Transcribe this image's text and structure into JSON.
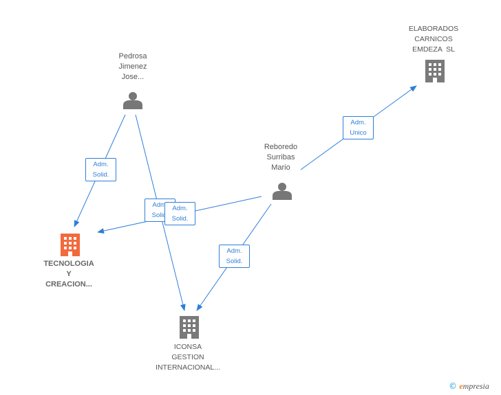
{
  "nodes": {
    "pedrosa": {
      "lines": [
        "Pedrosa",
        "Jimenez",
        "Jose..."
      ]
    },
    "reboredo": {
      "lines": [
        "Reboredo",
        "Surribas",
        "Mario"
      ]
    },
    "elaborados": {
      "lines": [
        "ELABORADOS",
        "CARNICOS",
        "EMDEZA  SL"
      ]
    },
    "tecnologia": {
      "lines": [
        "TECNOLOGIA",
        "Y",
        "CREACION..."
      ]
    },
    "iconsa": {
      "lines": [
        "ICONSA",
        "GESTION",
        "INTERNACIONAL..."
      ]
    }
  },
  "edges": {
    "e1": {
      "lines": [
        "Adm.",
        "Solid."
      ]
    },
    "e2": {
      "lines": [
        "Adm.",
        "Solid."
      ]
    },
    "e3": {
      "lines": [
        "Adm.",
        "Solid."
      ]
    },
    "e4": {
      "lines": [
        "Adm.",
        "Unico"
      ]
    },
    "e5": {
      "lines": [
        "Adm.",
        "Solid."
      ]
    }
  },
  "colors": {
    "edge": "#2f7ed8",
    "person": "#777777",
    "company": "#7a7a7a",
    "company_highlight": "#f26a3c"
  },
  "footer": {
    "copyright": "©",
    "brand_initial": "e",
    "brand_rest": "mpresia"
  }
}
